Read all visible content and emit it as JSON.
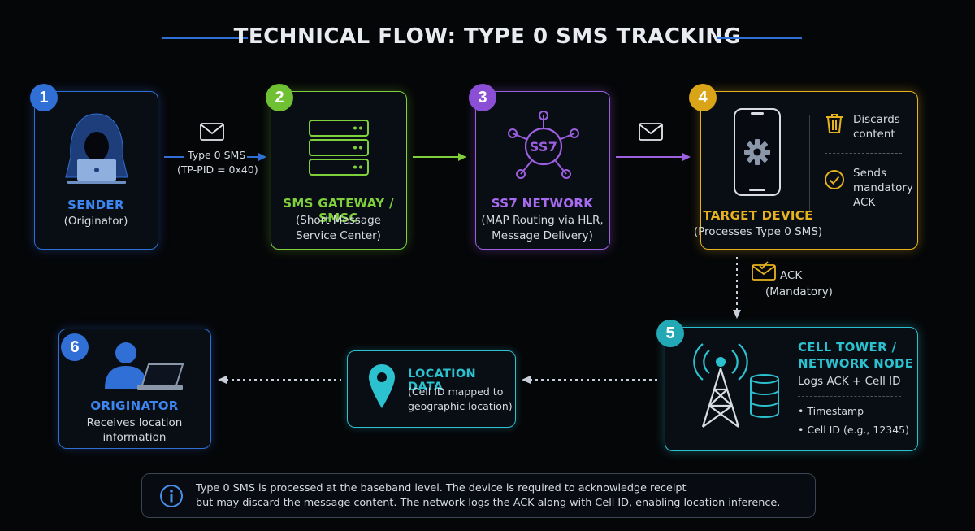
{
  "title": "TECHNICAL FLOW: TYPE 0 SMS TRACKING",
  "steps": {
    "s1": {
      "num": "1",
      "heading": "SENDER",
      "sub": "(Originator)"
    },
    "s2": {
      "num": "2",
      "heading": "SMS GATEWAY / SMSC",
      "sub1": "(Short Message",
      "sub2": "Service Center)"
    },
    "s3": {
      "num": "3",
      "heading": "SS7 NETWORK",
      "icon_text": "SS7",
      "sub1": "(MAP Routing via HLR,",
      "sub2": "Message Delivery)"
    },
    "s4": {
      "num": "4",
      "heading": "TARGET DEVICE",
      "sub": "(Processes Type 0 SMS)",
      "item1a": "Discards",
      "item1b": "content",
      "item2a": "Sends",
      "item2b": "mandatory",
      "item2c": "ACK"
    },
    "s5": {
      "num": "5",
      "heading1": "CELL TOWER /",
      "heading2": "NETWORK NODE",
      "sub": "Logs ACK + Cell ID",
      "bullet1": "• Timestamp",
      "bullet2": "• Cell ID (e.g., 12345)"
    },
    "s6": {
      "num": "6",
      "heading": "ORIGINATOR",
      "sub1": "Receives location",
      "sub2": "information"
    }
  },
  "location": {
    "heading": "LOCATION DATA",
    "sub1": "(Cell ID mapped to",
    "sub2": "geographic location)"
  },
  "arrow1": {
    "line1": "Type 0 SMS",
    "line2": "(TP-PID = 0x40)"
  },
  "ack": {
    "line1": "ACK",
    "line2": "(Mandatory)"
  },
  "note": {
    "line1": "Type 0 SMS is processed at the baseband level. The device is required to acknowledge receipt",
    "line2": "but may discard the message content. The network logs the ACK along with Cell ID, enabling location inference."
  },
  "colors": {
    "blue": "#2f6fd6",
    "green": "#7fd13b",
    "purple": "#9b5fe0",
    "gold": "#e6b31e",
    "teal": "#2cc1cf"
  }
}
